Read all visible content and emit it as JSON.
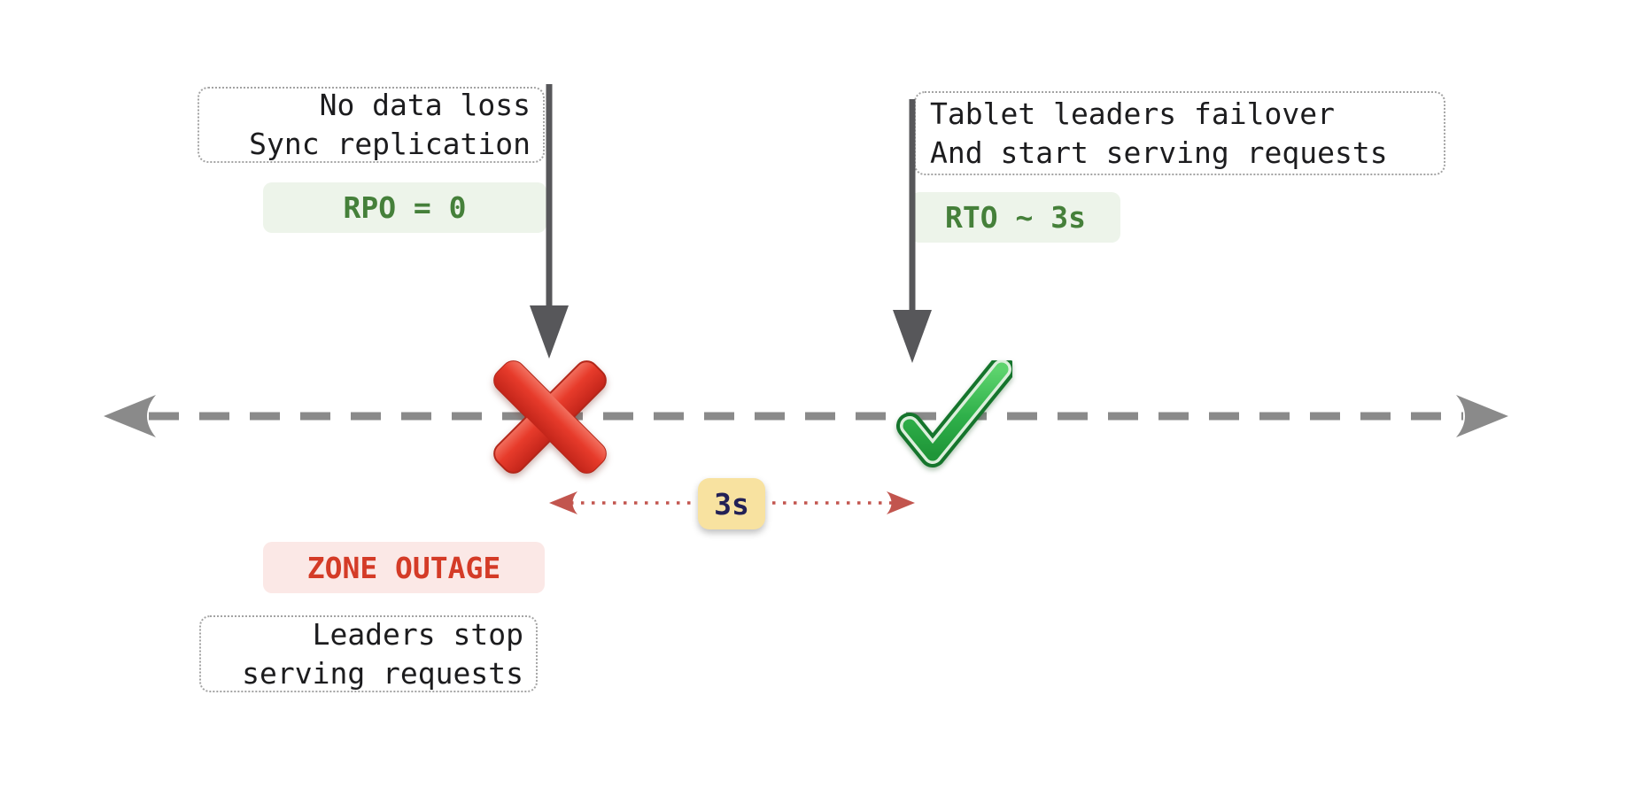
{
  "diagram": {
    "notes": {
      "sync_replication": {
        "line1": "No data loss",
        "line2": "Sync replication"
      },
      "failover": {
        "line1": "Tablet leaders failover",
        "line2": "And start serving requests"
      },
      "leaders_stop": {
        "line1": "Leaders stop",
        "line2": "serving requests"
      }
    },
    "badges": {
      "rpo": "RPO = 0",
      "rto": "RTO ~ 3s",
      "zone_outage": "ZONE OUTAGE",
      "duration": "3s"
    },
    "icons": {
      "outage": "red-cross-mark",
      "recovery": "green-check-mark"
    },
    "colors": {
      "badge_green_bg": "#edf4ea",
      "badge_green_text": "#45803a",
      "badge_pink_bg": "#fbe8e6",
      "badge_pink_text": "#d43b27",
      "badge_yellow_bg": "#f8e2a0",
      "badge_yellow_text": "#232156",
      "timeline_gray": "#8a8a8a",
      "pointer_arrow_gray": "#57575a",
      "duration_arrow_red": "#c2554e",
      "note_border_gray": "#a3a3a3",
      "note_text": "#1c1c1e",
      "cross_red": "#e73b2b",
      "check_green": "#2aa443"
    }
  }
}
